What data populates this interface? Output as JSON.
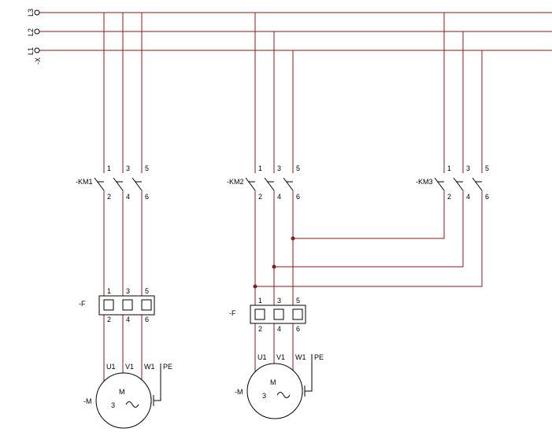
{
  "colors": {
    "wire": "#8b1a1a",
    "junction": "#8b1a1a",
    "symbol": "#000000",
    "text": "#000000",
    "background": "#ffffff"
  },
  "supply": {
    "terminal_label": "-X",
    "phases": [
      "L3",
      "L2",
      "L1"
    ]
  },
  "contactors": [
    {
      "tag": "-KM1",
      "top_terminals": [
        "1",
        "3",
        "5"
      ],
      "bottom_terminals": [
        "2",
        "4",
        "6"
      ]
    },
    {
      "tag": "-KM2",
      "top_terminals": [
        "1",
        "3",
        "5"
      ],
      "bottom_terminals": [
        "2",
        "4",
        "6"
      ]
    },
    {
      "tag": "-KM3",
      "top_terminals": [
        "1",
        "3",
        "5"
      ],
      "bottom_terminals": [
        "2",
        "4",
        "6"
      ]
    }
  ],
  "overloads": [
    {
      "tag": "-F",
      "top_terminals": [
        "1",
        "3",
        "5"
      ],
      "bottom_terminals": [
        "2",
        "4",
        "6"
      ]
    },
    {
      "tag": "-F",
      "top_terminals": [
        "1",
        "3",
        "5"
      ],
      "bottom_terminals": [
        "2",
        "4",
        "6"
      ]
    }
  ],
  "motors": [
    {
      "tag": "-M",
      "terminals": [
        "U1",
        "V1",
        "W1"
      ],
      "pe": "PE",
      "symbol": "M",
      "phases": "3",
      "ac": "~"
    },
    {
      "tag": "-M",
      "terminals": [
        "U1",
        "V1",
        "W1"
      ],
      "pe": "PE",
      "symbol": "M",
      "phases": "3",
      "ac": "~"
    }
  ]
}
